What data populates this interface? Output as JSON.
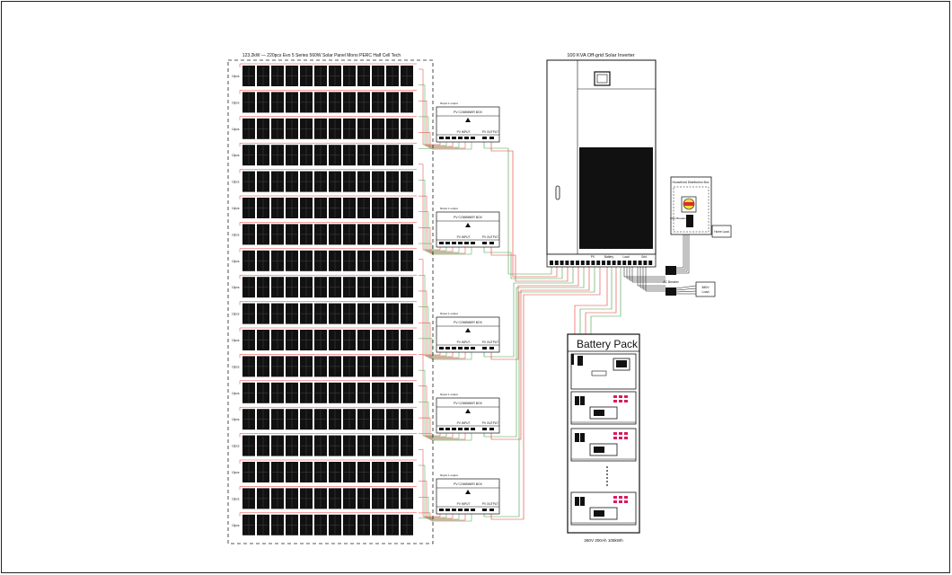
{
  "array": {
    "title": "123.2kW — 220pcs Evo 5 Series 560W Solar Panel Mono PERC Half Cell Tech",
    "row_count": 18,
    "panels_per_row": 12,
    "string_labels": [
      "10pcs",
      "10pcs",
      "10pcs",
      "10pcs",
      "10pcs",
      "10pcs",
      "10pcs",
      "10pcs",
      "10pcs",
      "10pcs",
      "10pcs",
      "10pcs",
      "10pcs",
      "10pcs",
      "10pcs",
      "10pcs",
      "10pcs",
      "10pcs"
    ]
  },
  "combiners": {
    "count": 5,
    "header": "6input 1 output",
    "name": "PV COMBINER BOX",
    "input_label": "PV INPUT",
    "output_label": "PV OUTPUT"
  },
  "inverter": {
    "title": "100 KVA Off-grid Solar Inverter",
    "terminal_labels": [
      "PV",
      "Battery",
      "Load",
      "Grid"
    ]
  },
  "distribution": {
    "title": "Household Distribution Box",
    "breaker_label": "Main Breaker",
    "load_label": "Home Load"
  },
  "ac_breaker": {
    "label": "AC Breaker"
  },
  "load": {
    "label_lines": [
      "380V",
      "Load"
    ]
  },
  "battery": {
    "title": "Battery Pack",
    "caption": "360V 300Ah 108kWh"
  },
  "colors": {
    "line": "#111111",
    "wire_red": "#e53935",
    "wire_green": "#43a047",
    "panel": "#111111",
    "panel_cell": "#555555",
    "breaker_red": "#d32f2f",
    "breaker_yellow": "#fdd835",
    "led_red": "#d81b60"
  }
}
